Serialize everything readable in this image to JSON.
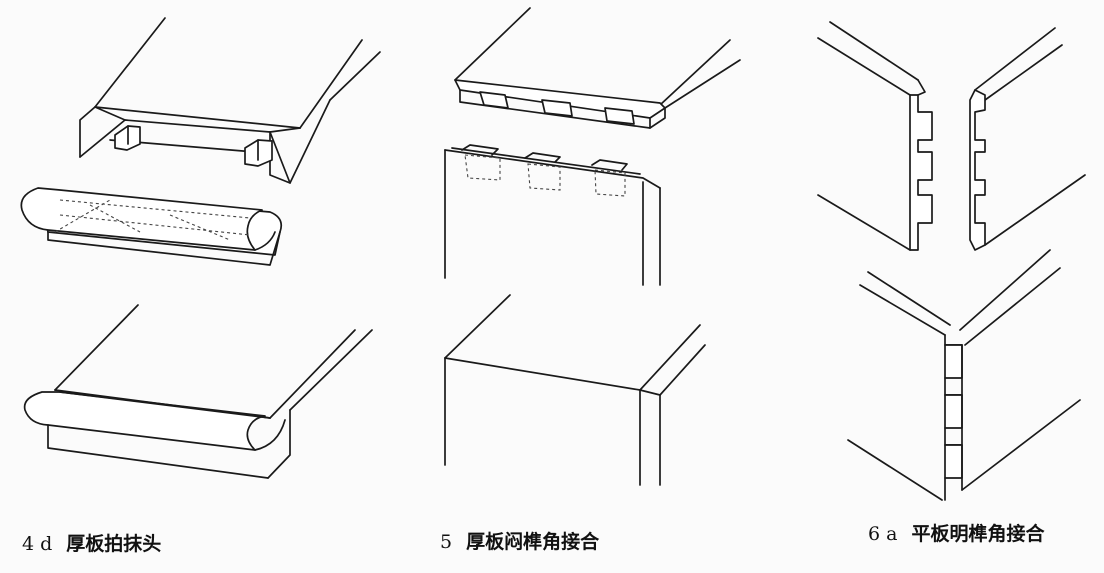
{
  "figures": [
    {
      "number": "4 d",
      "caption": "厚板拍抹头"
    },
    {
      "number": "5",
      "caption": "厚板闷榫角接合"
    },
    {
      "number": "6 a",
      "caption": "平板明榫角接合"
    }
  ]
}
